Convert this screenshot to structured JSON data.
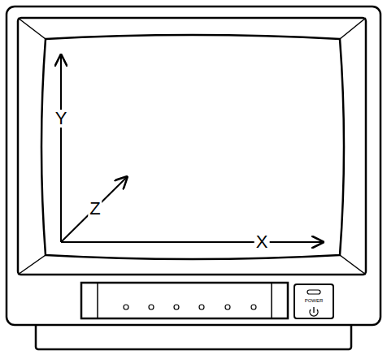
{
  "diagram": {
    "labels": [
      "Y",
      "Z",
      "X",
      "POWER"
    ]
  }
}
